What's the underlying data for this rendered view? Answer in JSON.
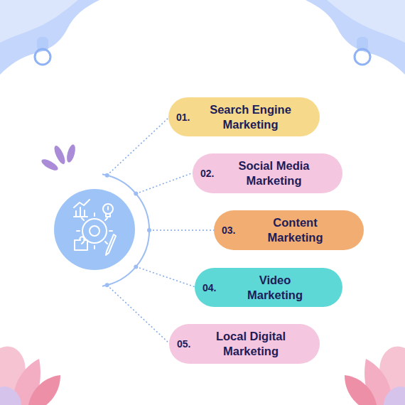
{
  "diagram": {
    "nodes": [
      {
        "text": [
          "01.",
          "Search Engine Marketing"
        ]
      },
      {
        "text": [
          "02.",
          "Social Media Marketing"
        ]
      },
      {
        "text": [
          "03.",
          "Content Marketing"
        ]
      },
      {
        "text": [
          "04.",
          "Video Marketing"
        ]
      },
      {
        "text": [
          "05.",
          "Local Digital Marketing"
        ]
      }
    ]
  }
}
